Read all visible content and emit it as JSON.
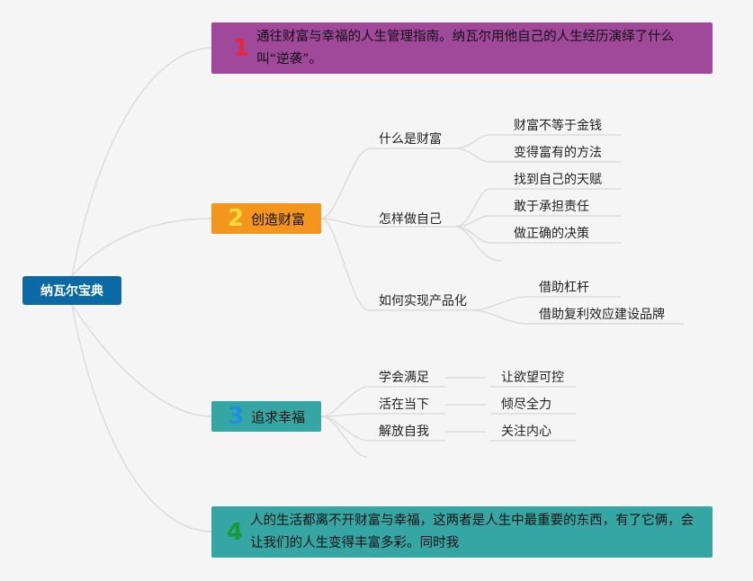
{
  "root": {
    "label": "纳瓦尔宝典"
  },
  "topics": [
    {
      "num": "1",
      "numColor": "#e6283a",
      "bg": "#a0489a",
      "text": "通往财富与幸福的人生管理指南。纳瓦尔用他自己的人生经历演绎了什么叫“逆袭”。"
    },
    {
      "num": "2",
      "numColor": "#f7dc3a",
      "bg": "#f4951d",
      "text": "创造财富",
      "children": [
        {
          "label": "什么是财富",
          "children": [
            "财富不等于金钱",
            "变得富有的方法"
          ]
        },
        {
          "label": "怎样做自己",
          "children": [
            "找到自己的天赋",
            "敢于承担责任",
            "做正确的决策",
            ""
          ]
        },
        {
          "label": "如何实现产品化",
          "children": [
            "借助杠杆",
            "借助复利效应建设品牌"
          ]
        }
      ]
    },
    {
      "num": "3",
      "numColor": "#1f8fe0",
      "bg": "#36a6a5",
      "text": "追求幸福",
      "children": [
        {
          "label": "学会满足",
          "children": [
            "让欲望可控"
          ]
        },
        {
          "label": "活在当下",
          "children": [
            "倾尽全力"
          ]
        },
        {
          "label": "解放自我",
          "children": [
            "关注内心"
          ]
        }
      ]
    },
    {
      "num": "4",
      "numColor": "#1a9a36",
      "bg": "#36a6a5",
      "text": "人的生活都离不开财富与幸福，这两者是人生中最重要的东西，有了它俩，会让我们的人生变得丰富多彩。同时我"
    }
  ],
  "colors": {
    "line": "#d8d8d8",
    "background": "#f5f5f5",
    "root": "#0b6aa6"
  }
}
